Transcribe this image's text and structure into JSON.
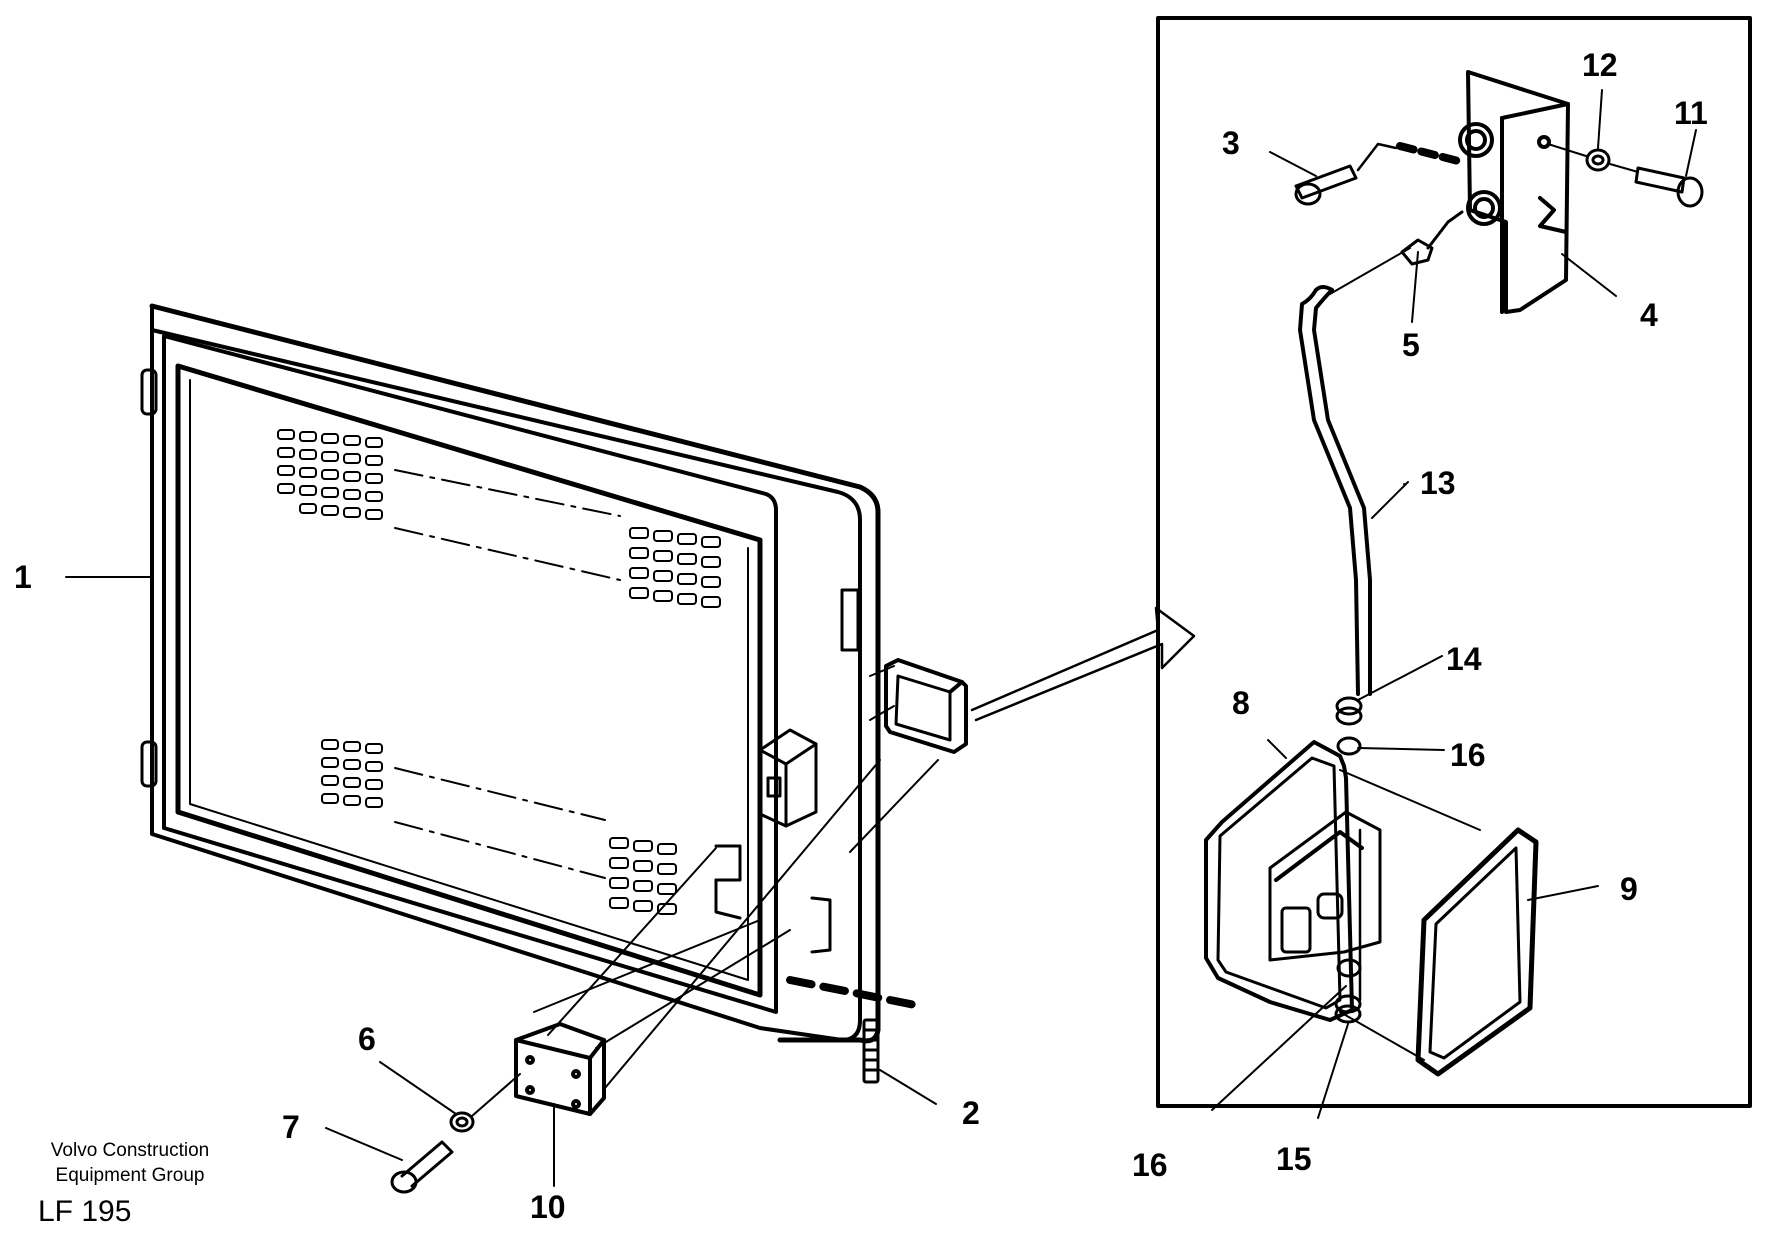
{
  "diagram": {
    "callouts": {
      "c1": "1",
      "c2": "2",
      "c3": "3",
      "c4": "4",
      "c5": "5",
      "c6": "6",
      "c7": "7",
      "c8": "8",
      "c9": "9",
      "c10": "10",
      "c11": "11",
      "c12": "12",
      "c13": "13",
      "c14": "14",
      "c15": "15",
      "c16a": "16",
      "c16b": "16"
    }
  },
  "footer": {
    "company_line1": "Volvo Construction",
    "company_line2": "Equipment Group",
    "code": "LF 195"
  }
}
